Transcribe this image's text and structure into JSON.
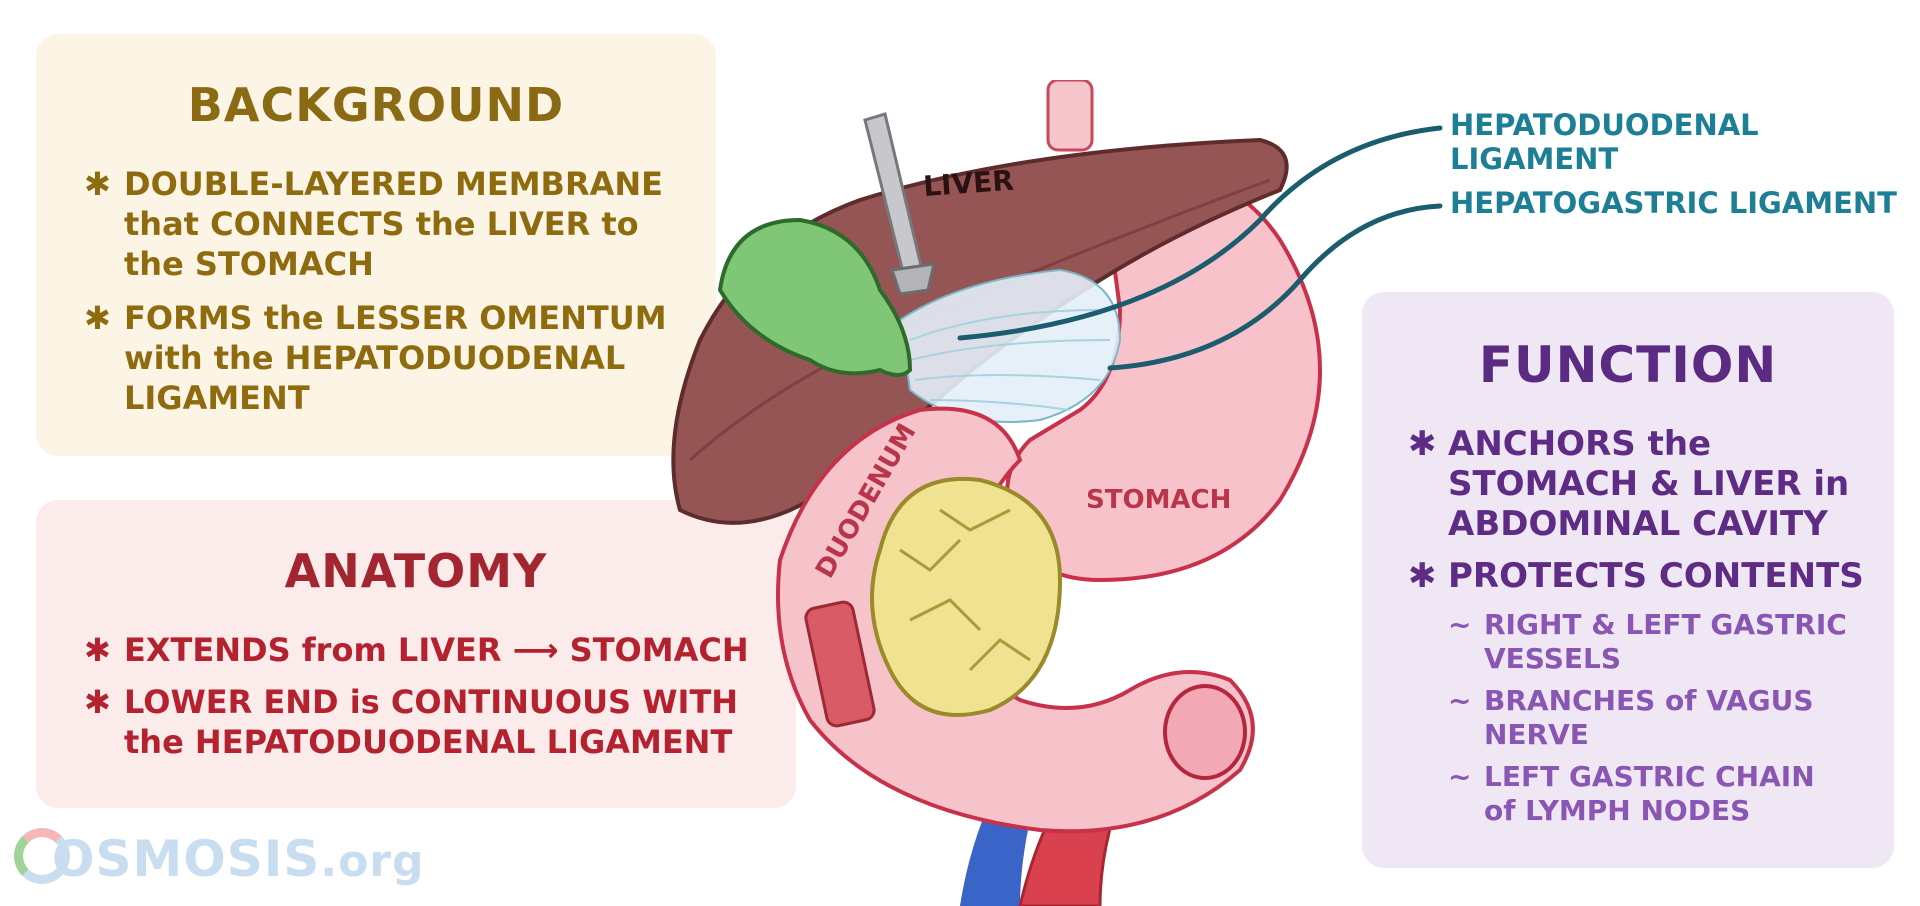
{
  "background": {
    "heading": "BACKGROUND",
    "bullets": [
      {
        "line1": "DOUBLE-LAYERED MEMBRANE",
        "line2": "that CONNECTS the LIVER to",
        "line3": "the STOMACH"
      },
      {
        "line1": "FORMS the LESSER OMENTUM",
        "line2": "with the HEPATODUODENAL",
        "line3": "LIGAMENT"
      }
    ]
  },
  "anatomy": {
    "heading": "ANATOMY",
    "bullets": [
      {
        "line1": "EXTENDS from LIVER ⟶ STOMACH"
      },
      {
        "line1": "LOWER END is CONTINUOUS WITH",
        "line2": "the HEPATODUODENAL LIGAMENT"
      }
    ]
  },
  "function": {
    "heading": "FUNCTION",
    "bullets": [
      {
        "line1": "ANCHORS the",
        "line2": "STOMACH & LIVER in",
        "line3": "ABDOMINAL CAVITY"
      },
      {
        "line1": "PROTECTS CONTENTS"
      }
    ],
    "sub_items": [
      {
        "line1": "RIGHT & LEFT GASTRIC",
        "line2": "VESSELS"
      },
      {
        "line1": "BRANCHES of VAGUS",
        "line2": "NERVE"
      },
      {
        "line1": "LEFT GASTRIC CHAIN",
        "line2": "of LYMPH NODES"
      }
    ]
  },
  "callouts": {
    "hepatoduodenal": "HEPATODUODENAL LIGAMENT",
    "hepatogastric": "HEPATOGASTRIC LIGAMENT"
  },
  "organ_labels": {
    "liver": "LIVER",
    "duodenum": "DUODENUM",
    "stomach": "STOMACH"
  },
  "logo": {
    "name": "OSMOSIS",
    "suffix": ".org"
  },
  "colors": {
    "background_text": "#8a6a12",
    "anatomy_text": "#a32530",
    "function_text": "#5b2a82",
    "callout_text": "#1c7f96",
    "callout_line": "#1b5d6e"
  },
  "icons": [
    "bullet-asterisk-icon",
    "tilde-icon",
    "osmosis-logo-icon"
  ]
}
